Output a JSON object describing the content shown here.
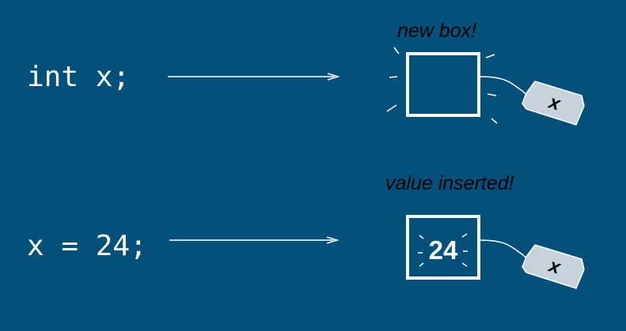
{
  "row1": {
    "code": "int x;",
    "caption": "new box!",
    "tag_label": "x"
  },
  "row2": {
    "code": "x = 24;",
    "caption": "value inserted!",
    "box_value": "24",
    "tag_label": "x"
  },
  "colors": {
    "background": "#03507a",
    "stroke": "#ffffff",
    "tag_fill": "#c8d2db",
    "caption": "#000000"
  }
}
